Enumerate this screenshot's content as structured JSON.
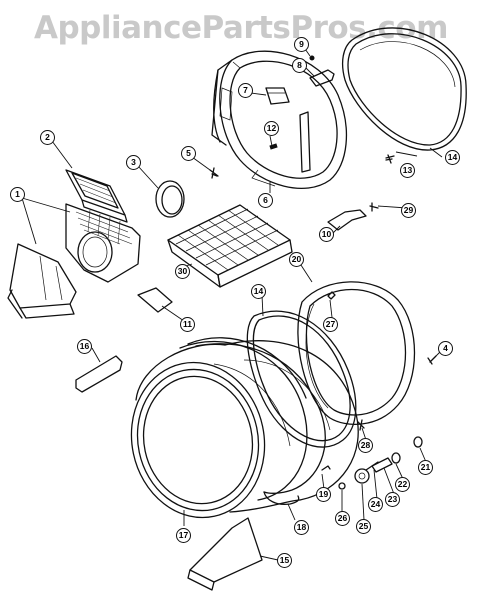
{
  "watermark": "AppliancePartsPros.com",
  "callouts": [
    "1",
    "2",
    "3",
    "4",
    "5",
    "6",
    "7",
    "8",
    "9",
    "10",
    "11",
    "12",
    "13",
    "14",
    "14",
    "15",
    "16",
    "17",
    "18",
    "19",
    "20",
    "21",
    "22",
    "23",
    "24",
    "25",
    "26",
    "27",
    "28",
    "29",
    "30"
  ]
}
